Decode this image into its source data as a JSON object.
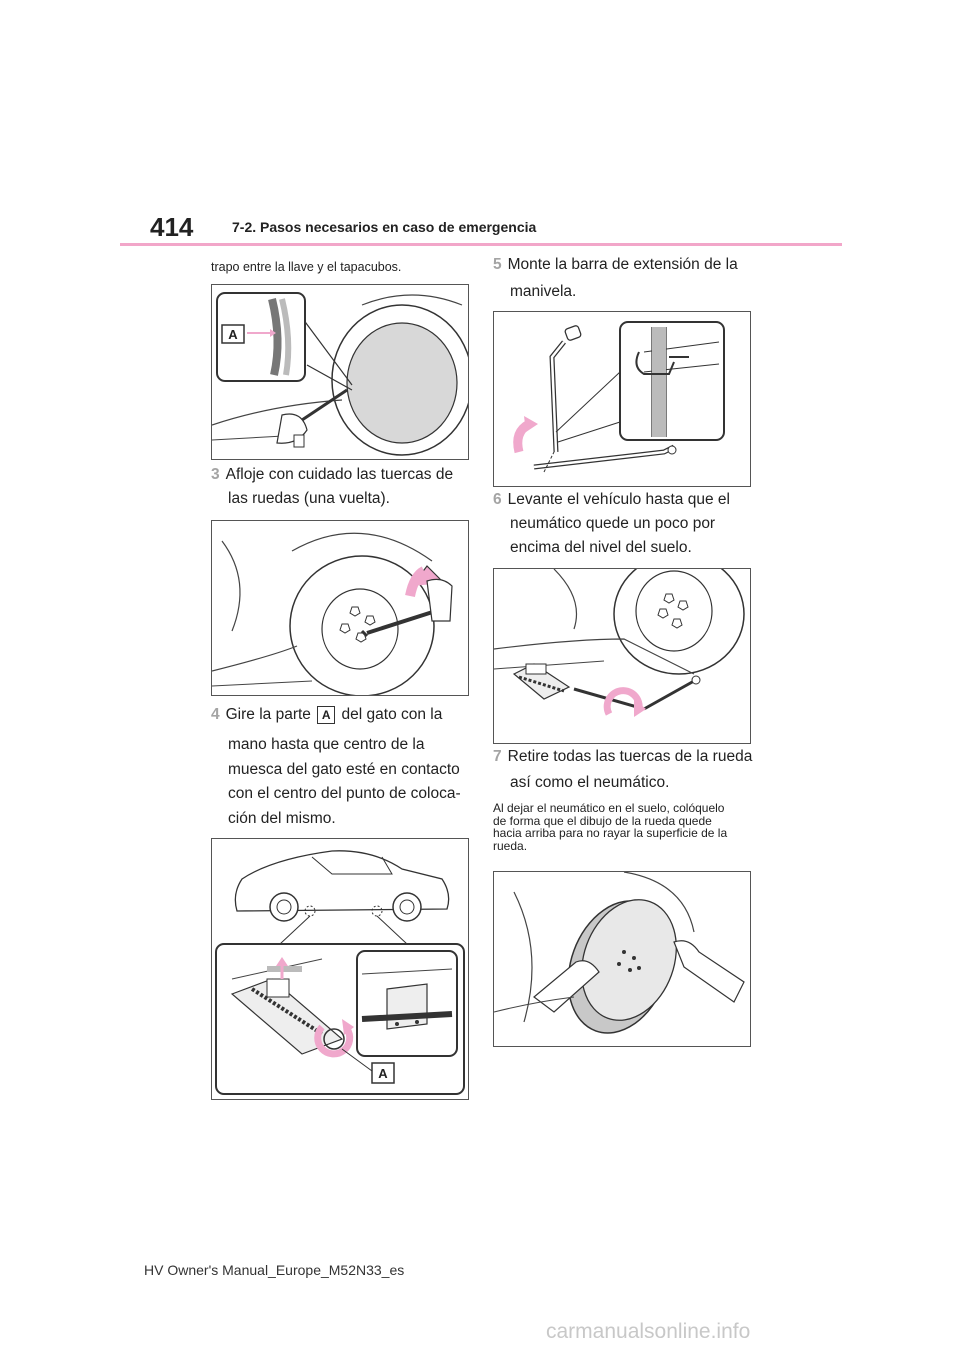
{
  "header": {
    "page_number": "414",
    "section_title": "7-2. Pasos necesarios en caso de emergencia"
  },
  "left_column": {
    "intro_text": "trapo entre la llave y el tapacubos.",
    "fig1_label": "A",
    "step3": {
      "number": "3",
      "line1": "Afloje con cuidado las tuercas de",
      "line2": "las ruedas (una vuelta)."
    },
    "step4": {
      "number": "4",
      "line1_before": "Gire la parte",
      "label": "A",
      "line1_after": "del gato con la",
      "line2": "mano hasta que centro de la",
      "line3": "muesca del gato esté en contacto",
      "line4": "con el centro del punto de coloca-",
      "line5": "ción del mismo."
    },
    "fig3_label": "A"
  },
  "right_column": {
    "step5": {
      "number": "5",
      "line1": "Monte la barra de extensión de la",
      "line2": "manivela."
    },
    "step6": {
      "number": "6",
      "line1": "Levante el vehículo hasta que el",
      "line2": "neumático quede un poco por",
      "line3": "encima del nivel del suelo."
    },
    "step7": {
      "number": "7",
      "line1": "Retire todas las tuercas de la rueda",
      "line2": "así como el neumático."
    },
    "note": {
      "line1": "Al dejar el neumático en el suelo, colóquelo",
      "line2": "de forma que el dibujo de la rueda quede",
      "line3": "hacia arriba para no rayar la superficie de la",
      "line4": "rueda."
    }
  },
  "footer": {
    "manual_id": "HV Owner's Manual_Europe_M52N33_es"
  },
  "watermark": "carmanualsonline.info",
  "colors": {
    "accent_pink": "#f2a6c9",
    "arrow_pink": "#f0a8cc",
    "step_number_gray": "#a4a4a4"
  }
}
